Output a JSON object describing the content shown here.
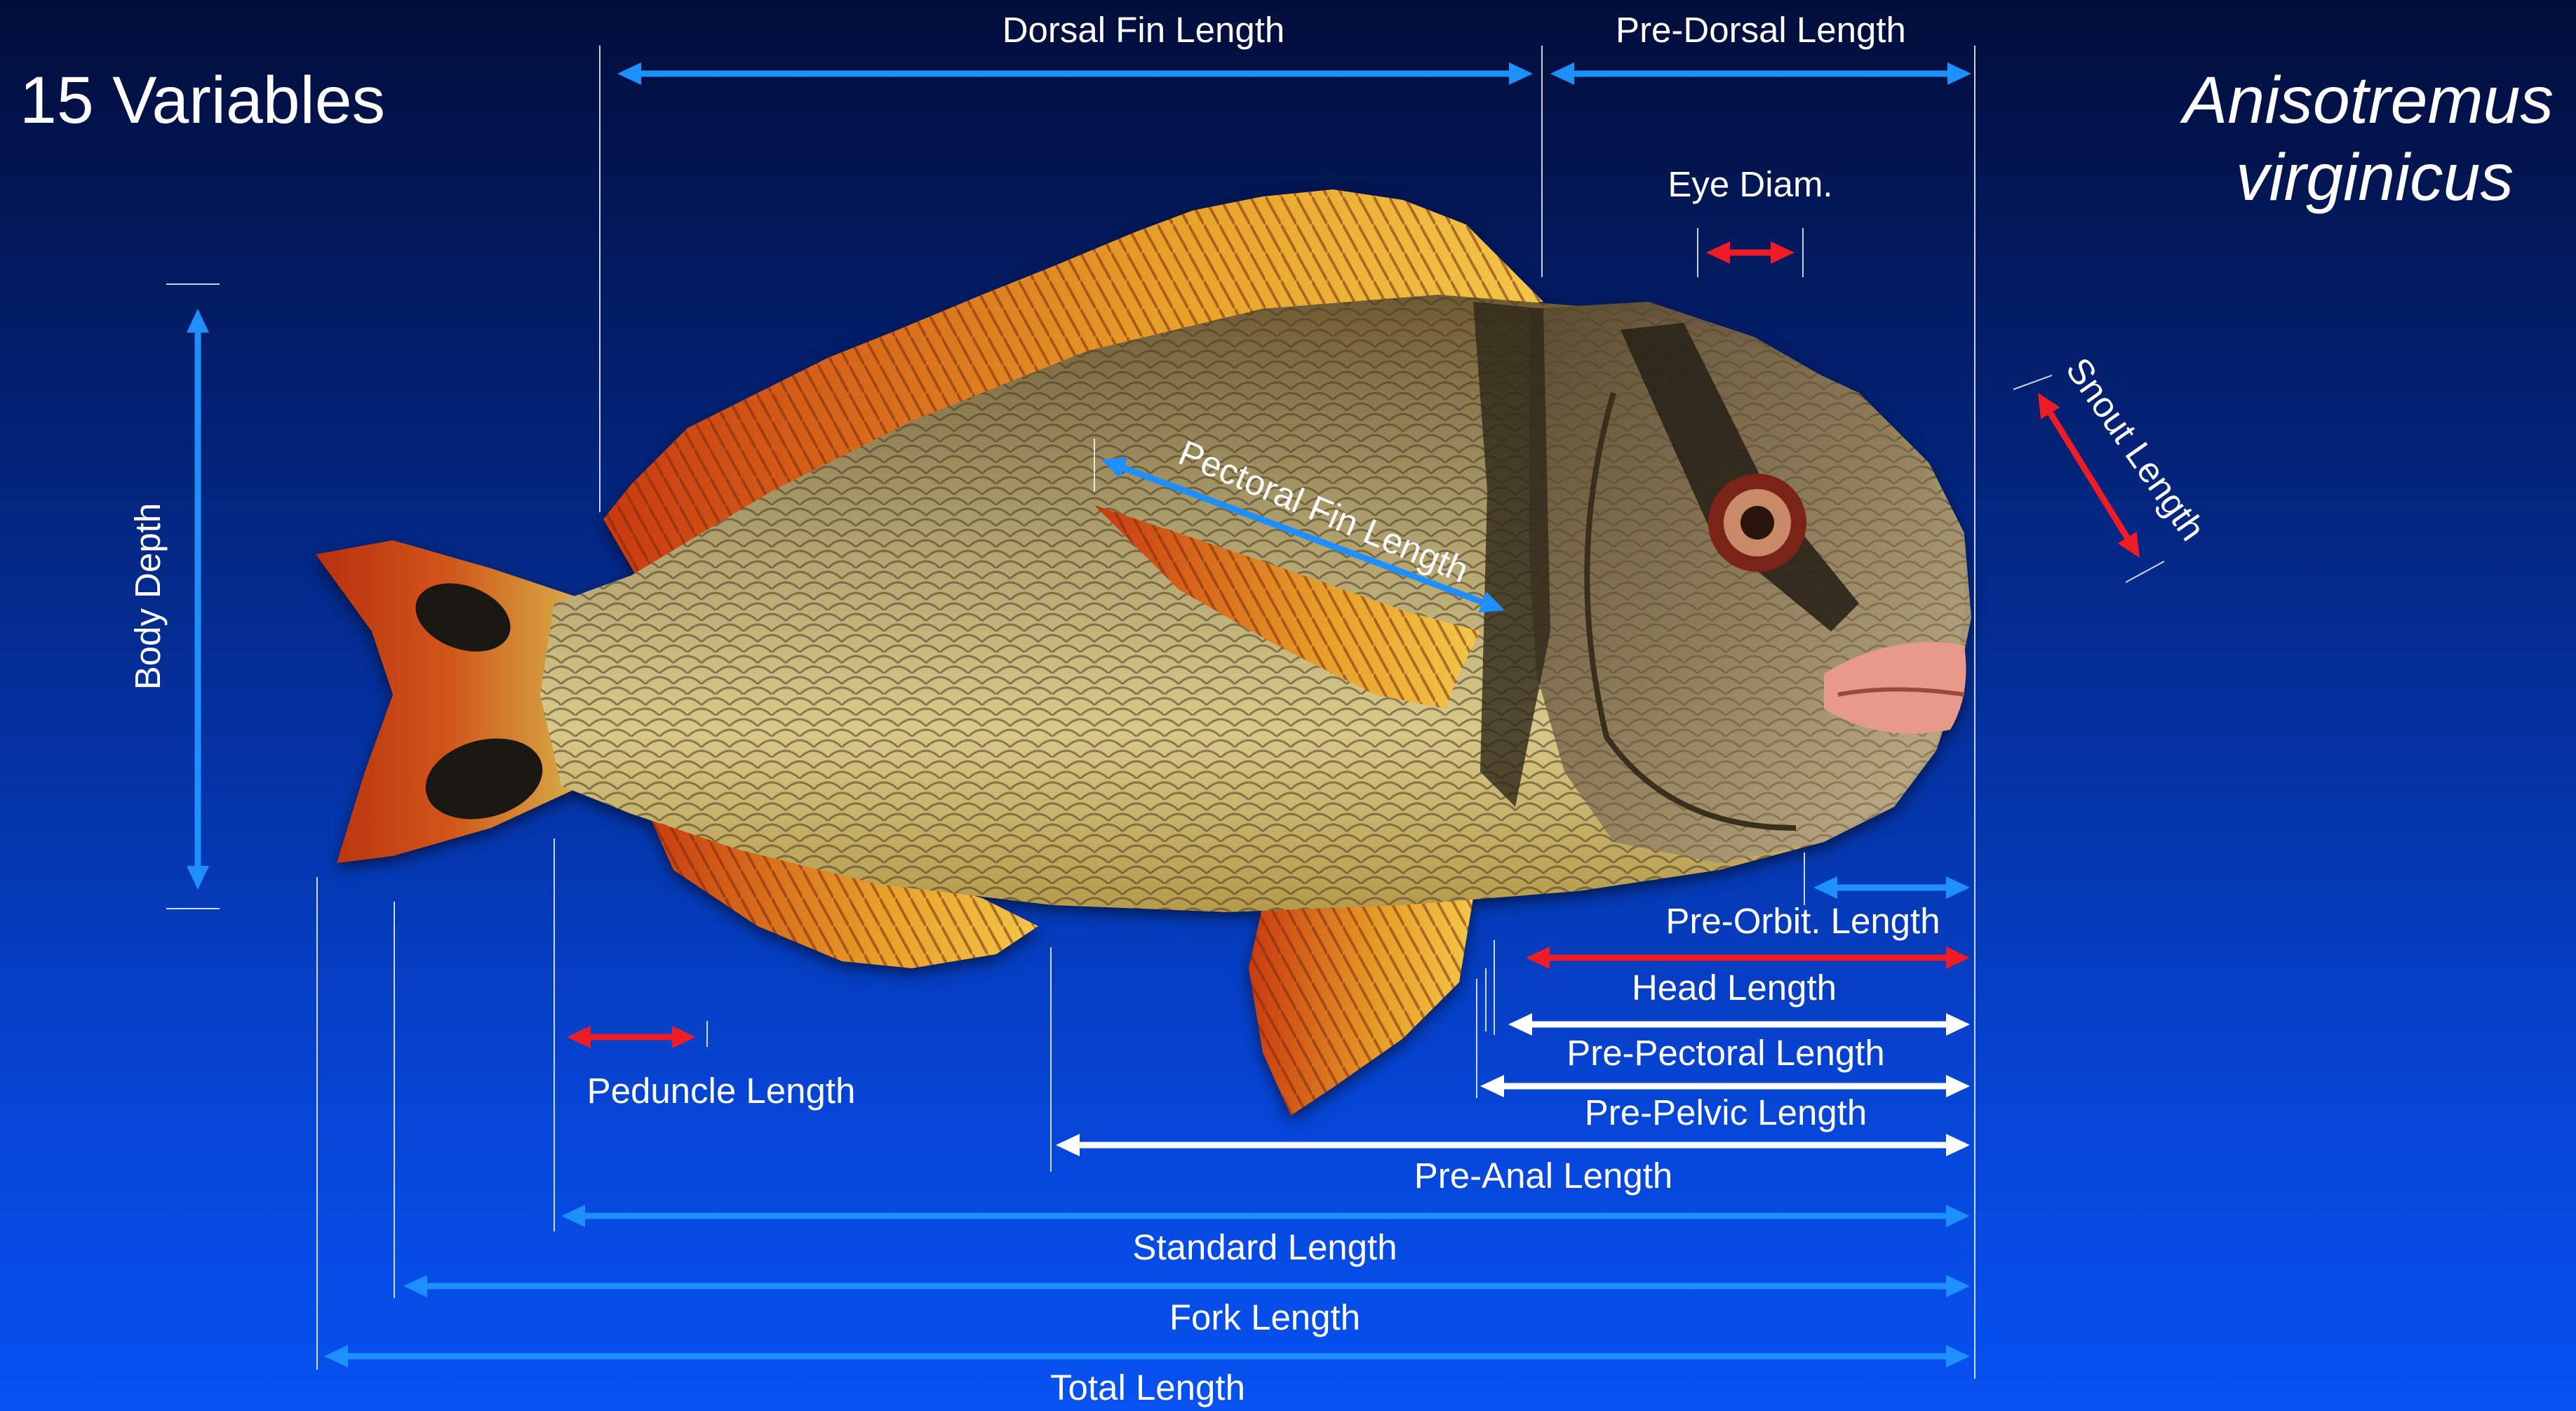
{
  "title": "15 Variables",
  "species": {
    "line1": "Anisotremus",
    "line2": "virginicus"
  },
  "colors": {
    "blue_arrow": "#1e8fff",
    "red_arrow": "#ee1c24",
    "white_arrow": "#ffffff",
    "background_top": "#020d3a",
    "background_bottom": "#0752f2"
  },
  "measurements": {
    "dorsal_fin_length": "Dorsal Fin Length",
    "pre_dorsal_length": "Pre-Dorsal Length",
    "eye_diameter": "Eye Diam.",
    "snout_length": "Snout Length",
    "body_depth": "Body Depth",
    "pectoral_fin_length": "Pectoral Fin Length",
    "pre_orbit_length": "Pre-Orbit. Length",
    "head_length": "Head Length",
    "pre_pectoral_length": "Pre-Pectoral Length",
    "pre_pelvic_length": "Pre-Pelvic Length",
    "peduncle_length": "Peduncle Length",
    "pre_anal_length": "Pre-Anal Length",
    "standard_length": "Standard Length",
    "fork_length": "Fork Length",
    "total_length": "Total Length"
  }
}
